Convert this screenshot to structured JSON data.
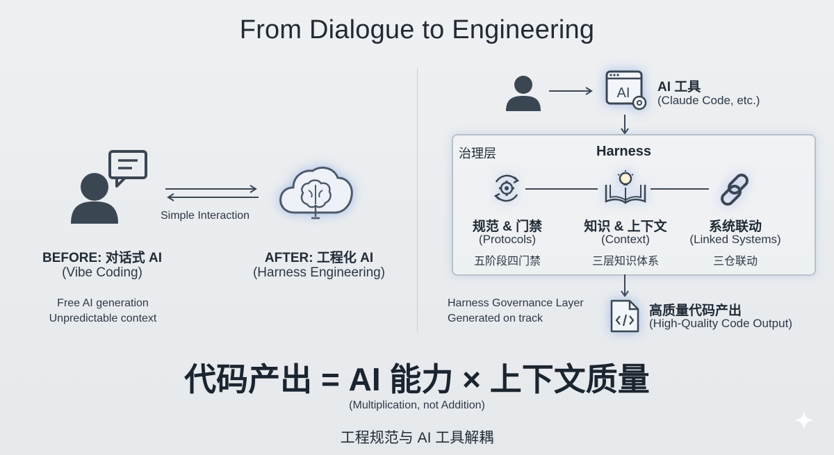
{
  "title": "From Dialogue to Engineering",
  "left": {
    "arrow_label": "Simple Interaction",
    "before": {
      "title": "BEFORE: 对话式 AI",
      "subtitle": "(Vibe Coding)",
      "notes": [
        "Free AI generation",
        "Unpredictable context"
      ]
    },
    "after": {
      "title": "AFTER: 工程化 AI",
      "subtitle": "(Harness Engineering)"
    }
  },
  "right": {
    "tool": {
      "name": "AI 工具",
      "detail": "(Claude Code, etc.)",
      "icon_text": "AI"
    },
    "harness": {
      "corner_label": "治理层",
      "title": "Harness",
      "pillars": [
        {
          "cn": "规范 & 门禁",
          "en": "(Protocols)",
          "detail": "五阶段四门禁",
          "icon": "gear-cycle-icon"
        },
        {
          "cn": "知识 & 上下文",
          "en": "(Context)",
          "detail": "三层知识体系",
          "icon": "book-lightbulb-icon"
        },
        {
          "cn": "系统联动",
          "en": "(Linked Systems)",
          "detail": "三仓联动",
          "icon": "chain-link-icon"
        }
      ]
    },
    "governance_note": [
      "Harness Governance Layer",
      "Generated on track"
    ],
    "output": {
      "cn": "高质量代码产出",
      "en": "(High-Quality Code Output)"
    }
  },
  "formula": "代码产出 = AI 能力 × 上下文质量",
  "formula_sub": "(Multiplication, not Addition)",
  "footer": "工程规范与 AI 工具解耦",
  "colors": {
    "accent": "#5b7fc4",
    "icon": "#3b4653",
    "text": "#1f2a36"
  }
}
